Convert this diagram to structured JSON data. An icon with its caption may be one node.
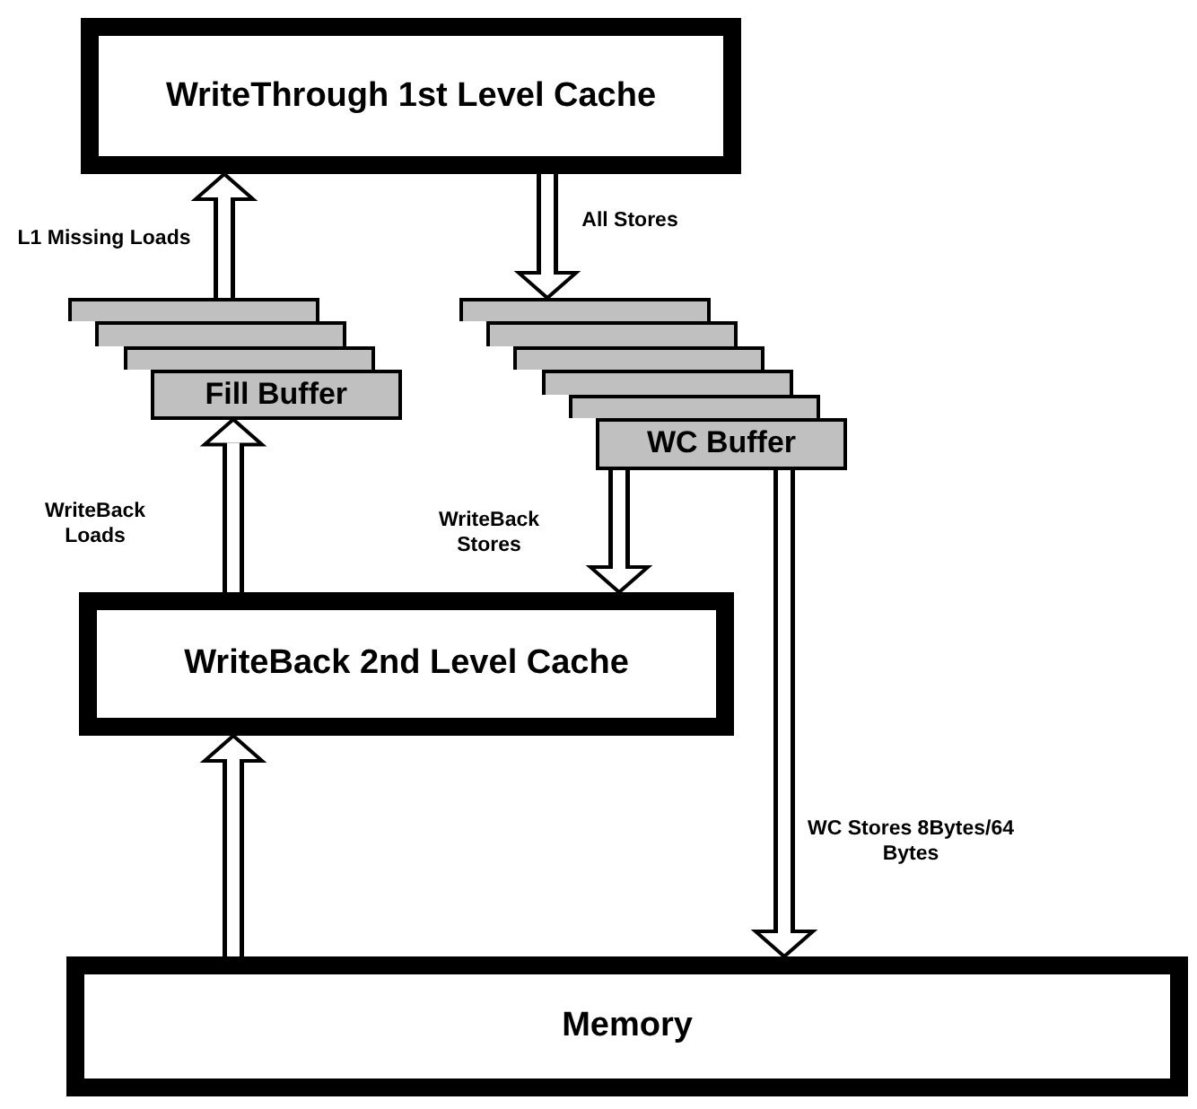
{
  "diagram": {
    "nodes": [
      {
        "text": [
          "WriteThrough 1st Level Cache"
        ]
      },
      {
        "text": [],
        "shape": "box"
      },
      {
        "text": [],
        "shape": "box"
      },
      {
        "text": [],
        "shape": "box"
      },
      {
        "text": [
          "Fill Buffer"
        ]
      },
      {
        "text": [],
        "shape": "box"
      },
      {
        "text": [],
        "shape": "box"
      },
      {
        "text": [],
        "shape": "box"
      },
      {
        "text": [],
        "shape": "box"
      },
      {
        "text": [],
        "shape": "box"
      },
      {
        "text": [
          "WC Buffer"
        ]
      },
      {
        "text": [
          "WriteBack 2nd Level Cache"
        ]
      },
      {
        "text": [
          "Memory"
        ]
      }
    ],
    "edges": [
      {
        "from": 1,
        "to": 0,
        "arrow": "to",
        "label": "L1 Missing Loads"
      },
      {
        "from": 0,
        "to": 5,
        "arrow": "to",
        "label": "All Stores"
      },
      {
        "from": 11,
        "to": 4,
        "arrow": "to",
        "label": "WriteBack Loads"
      },
      {
        "from": 10,
        "to": 11,
        "arrow": "to",
        "label": "WriteBack Stores"
      },
      {
        "from": 10,
        "to": 12,
        "arrow": "to",
        "label": "WC Stores 8Bytes/64 Bytes"
      },
      {
        "from": 12,
        "to": 11,
        "arrow": "to"
      }
    ]
  }
}
